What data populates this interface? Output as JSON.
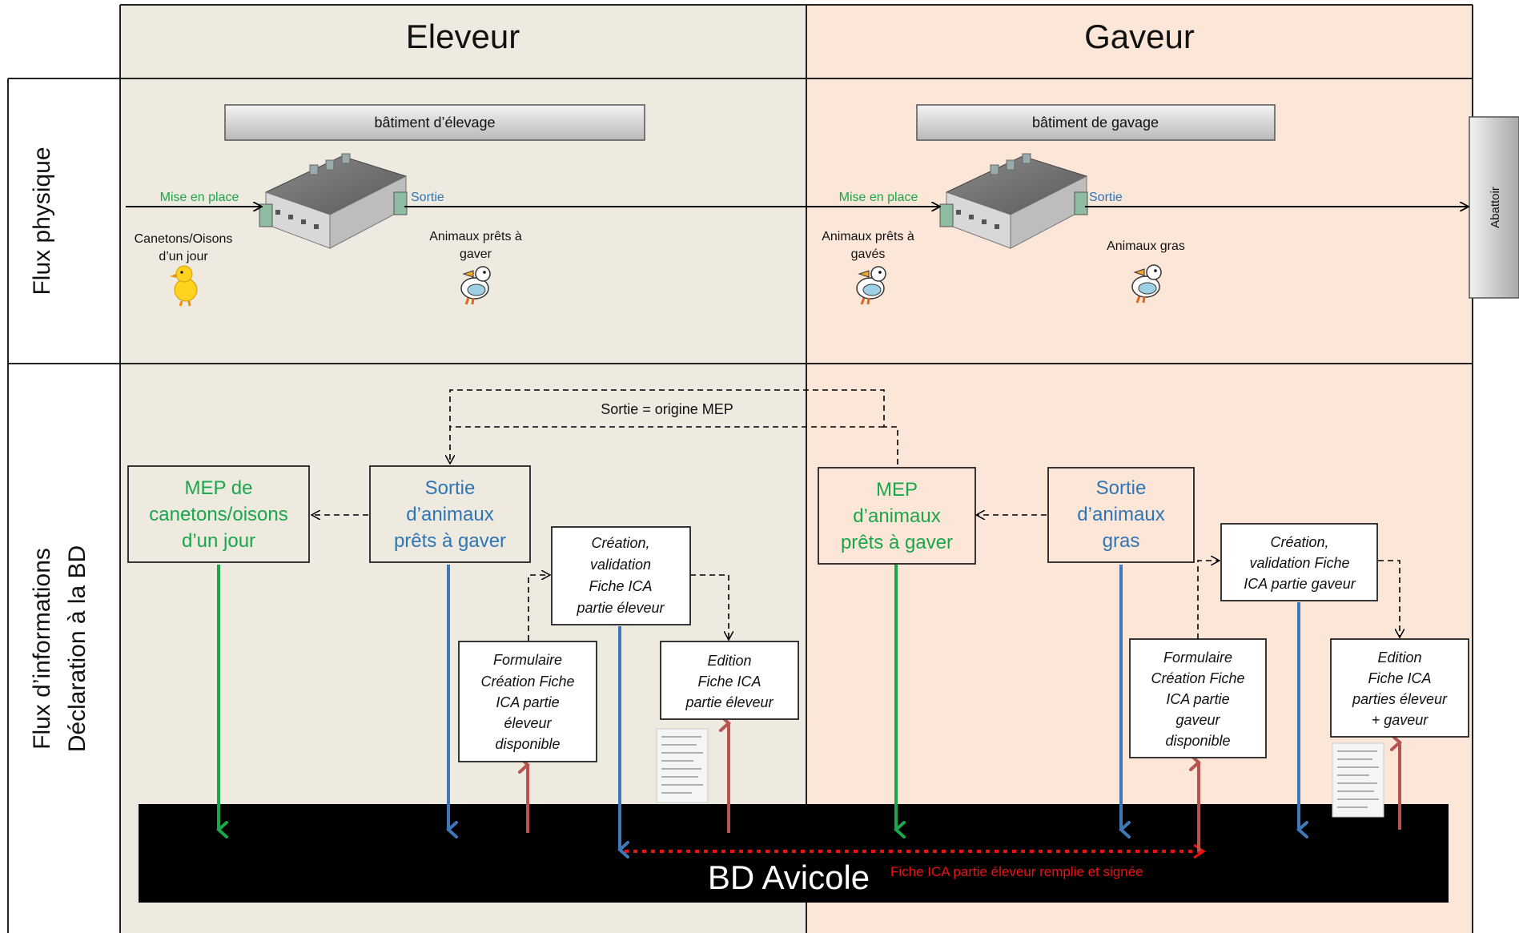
{
  "columns": {
    "left": "Eleveur",
    "right": "Gaveur"
  },
  "rows": {
    "physical": "Flux physique",
    "info_line1": "Flux d’informations",
    "info_line2": "Déclaration à la BD"
  },
  "abattoir": "Abattoir",
  "physical": {
    "building_left": "bâtiment d’élevage",
    "building_right": "bâtiment de gavage",
    "mep_left": "Mise en place",
    "sortie_left": "Sortie",
    "mep_right": "Mise en place",
    "sortie_right": "Sortie",
    "animals_in_left": [
      "Canetons/Oisons",
      "d’un jour"
    ],
    "animals_out_left": [
      "Animaux prêts à",
      "gaver"
    ],
    "animals_in_right": [
      "Animaux prêts à",
      "gavés"
    ],
    "animals_out_right": "Animaux gras"
  },
  "info": {
    "dashed_label": "Sortie = origine MEP",
    "mep_left": [
      "MEP de",
      "canetons/oisons",
      "d’un jour"
    ],
    "sortie_left": [
      "Sortie",
      "d’animaux",
      "prêts à gaver"
    ],
    "creation_left": [
      "Création,",
      "validation",
      "Fiche ICA",
      "partie éleveur"
    ],
    "formulaire_left": [
      "Formulaire",
      "Création Fiche",
      "ICA  partie",
      "éleveur",
      "disponible"
    ],
    "edition_left": [
      "Edition",
      "Fiche ICA",
      "partie éleveur"
    ],
    "mep_right": [
      "MEP",
      "d’animaux",
      "prêts à gaver"
    ],
    "sortie_right": [
      "Sortie",
      "d’animaux",
      "gras"
    ],
    "creation_right": [
      "Création,",
      "validation Fiche",
      "ICA  partie gaveur"
    ],
    "formulaire_right": [
      "Formulaire",
      "Création Fiche",
      "ICA partie",
      "gaveur",
      "disponible"
    ],
    "edition_right": [
      "Edition",
      "Fiche ICA",
      "parties éleveur",
      "+ gaveur"
    ]
  },
  "database": {
    "name": "BD Avicole",
    "transfer_label": "Fiche ICA  partie éleveur remplie et signée"
  },
  "colors": {
    "eleveur_bg": "#eeeae0",
    "gaveur_bg": "#fce6d8",
    "green": "#1aa64b",
    "blue": "#3e78b8",
    "red": "#b85450",
    "dotted_red": "#ee1111",
    "green_text": "#1aa64b",
    "blue_text": "#2e75b6"
  }
}
